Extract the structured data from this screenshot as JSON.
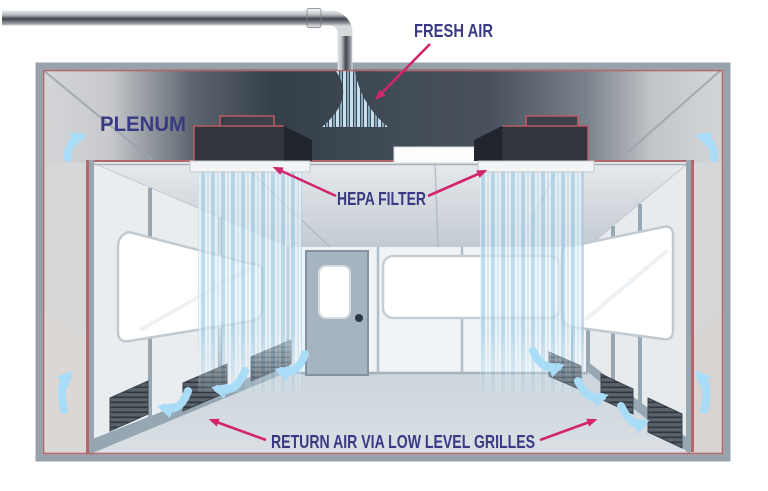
{
  "diagram": {
    "title_hint": "cleanroom-airflow-schematic",
    "labels": {
      "plenum": "PLENUM",
      "fresh_air": "FRESH AIR",
      "hepa_filter": "HEPA FILTER",
      "return_air": "RETURN AIR VIA LOW LEVEL GRILLES"
    },
    "colors": {
      "label_text": "#383a85",
      "callout_arrow": "#d2266b",
      "airflow_arrow": "#a9dcf7",
      "hepa_filter_body": "#31353e",
      "filter_red_accent": "#bc5a64",
      "plenum_wall": "#d6d7d9",
      "dark_plenum_void": "#39434e",
      "room_wall": "#e9edf0",
      "back_wall": "#f0f3f5",
      "floor": "#d3dade",
      "door": "#a6b4c1",
      "frame_gray": "#98a2aa",
      "grille_dark": "#4a525b",
      "air_stripe_blue": "#a8cfe6"
    }
  }
}
